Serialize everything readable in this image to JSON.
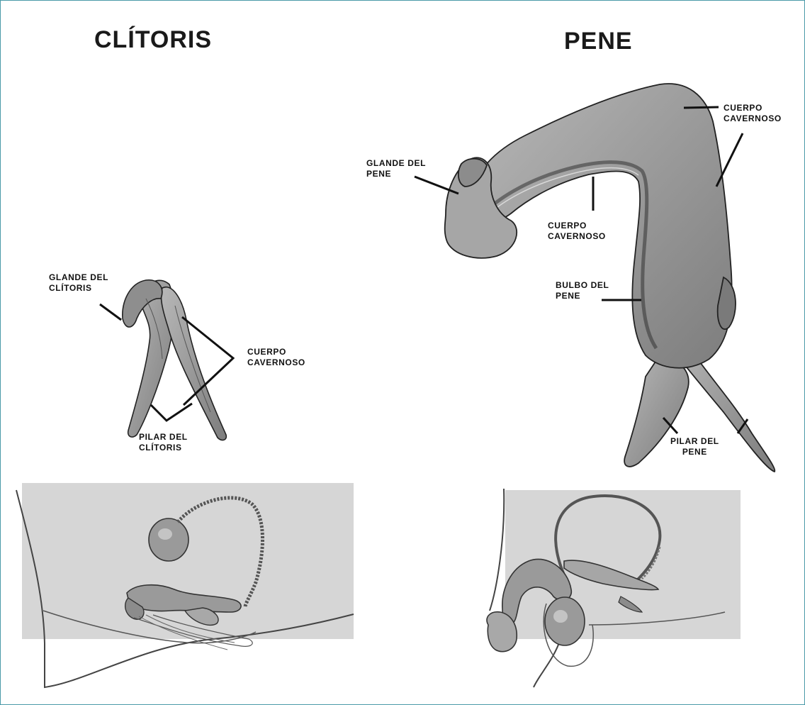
{
  "titles": {
    "left": "CLÍTORIS",
    "right": "PENE"
  },
  "clitoris_labels": {
    "glans": [
      "GLANDE DEL",
      "CLÍTORIS"
    ],
    "body": [
      "CUERPO",
      "CAVERNOSO"
    ],
    "crus": [
      "PILAR DEL",
      "CLÍTORIS"
    ]
  },
  "penis_labels": {
    "body_top": [
      "CUERPO",
      "CAVERNOSO"
    ],
    "glans": [
      "GLANDE DEL",
      "PENE"
    ],
    "body_mid": [
      "CUERPO",
      "CAVERNOSO"
    ],
    "bulb": [
      "BULBO DEL",
      "PENE"
    ],
    "crus": [
      "PILAR DEL",
      "PENE"
    ]
  },
  "colors": {
    "frame_border": "#4a9aa8",
    "organ_fill": "#9a9a9a",
    "panel_fill": "#d6d6d6",
    "line": "#111111"
  }
}
